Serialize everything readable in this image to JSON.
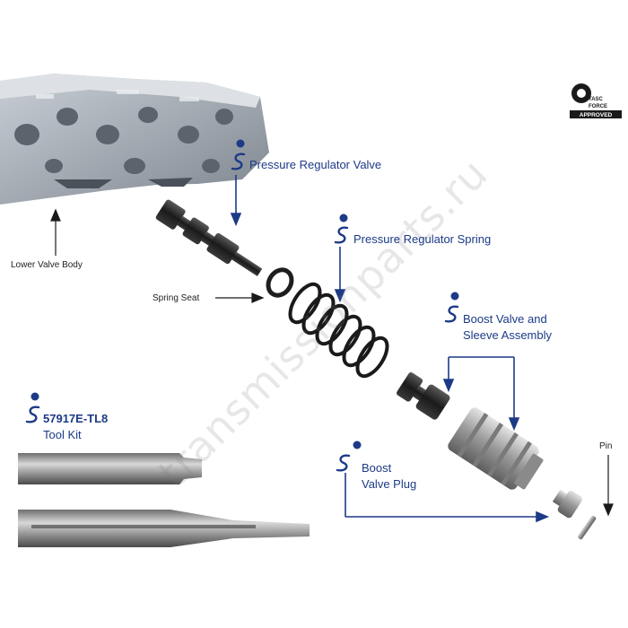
{
  "watermark": "transmissionparts.ru",
  "logo": {
    "text": "TASC FORCE APPROVED",
    "name": "tasc-force-approved-logo"
  },
  "labels": {
    "pressure_regulator_valve": "Pressure Regulator Valve",
    "pressure_regulator_spring": "Pressure Regulator Spring",
    "boost_valve_line1": "Boost Valve and",
    "boost_valve_line2": "Sleeve Assembly",
    "boost_plug_line1": "Boost",
    "boost_plug_line2": "Valve Plug",
    "tool_kit_number": "57917E-TL8",
    "tool_kit_name": "Tool Kit",
    "lower_valve_body": "Lower Valve Body",
    "spring_seat": "Spring Seat",
    "pin": "Pin"
  },
  "colors": {
    "accent": "#1c3a86",
    "metal_dark": "#2a2a2a",
    "metal_light": "#9a9a9a"
  }
}
